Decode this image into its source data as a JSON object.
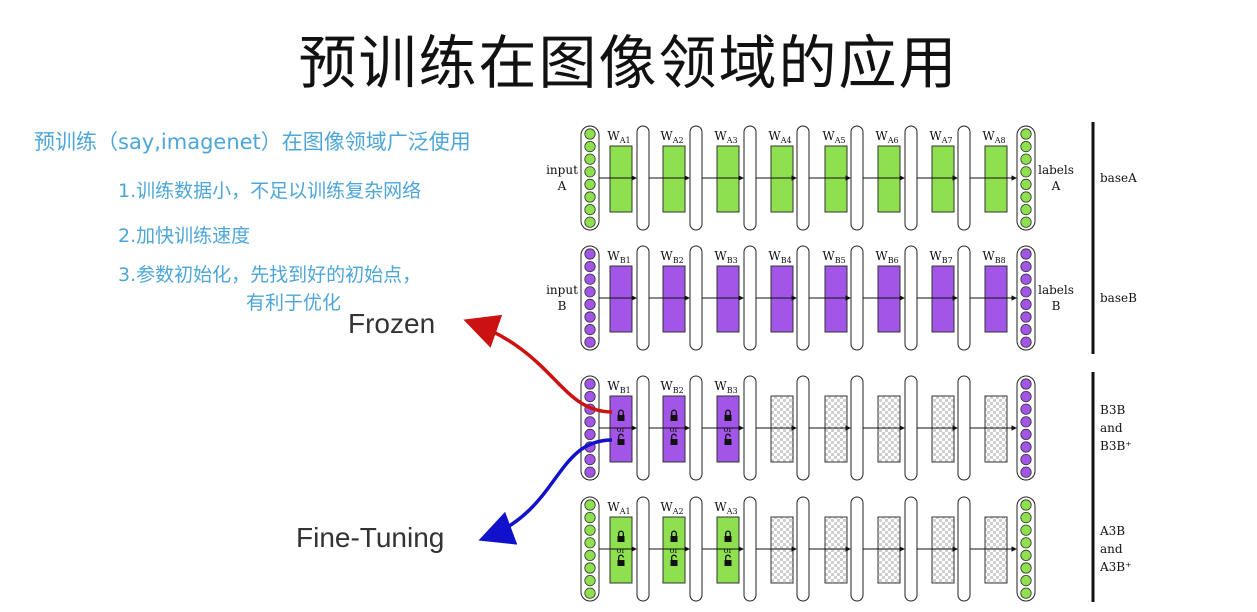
{
  "title": "预训练在图像领域的应用",
  "subtitle": "预训练（say,imagenet）在图像领域广泛使用",
  "points": [
    "1.训练数据小，不足以训练复杂网络",
    "2.加快训练速度",
    "3.参数初始化，先找到好的初始点，",
    "有利于优化"
  ],
  "annotations": {
    "frozen": "Frozen",
    "finetuning": "Fine-Tuning"
  },
  "diagram": {
    "rows": [
      {
        "name": "baseA",
        "node_color": "#8fe04f",
        "weight_prefix": "W",
        "weight_letter": "A",
        "in_label": [
          "input",
          "A"
        ],
        "out_label": [
          "labels",
          "A"
        ],
        "side_label": [
          "baseA"
        ],
        "blocks": [
          "filled",
          "filled",
          "filled",
          "filled",
          "filled",
          "filled",
          "filled",
          "filled"
        ],
        "show_weights": 8
      },
      {
        "name": "baseB",
        "node_color": "#a255e6",
        "weight_prefix": "W",
        "weight_letter": "B",
        "in_label": [
          "input",
          "B"
        ],
        "out_label": [
          "labels",
          "B"
        ],
        "side_label": [
          "baseB"
        ],
        "blocks": [
          "filled",
          "filled",
          "filled",
          "filled",
          "filled",
          "filled",
          "filled",
          "filled"
        ],
        "show_weights": 8
      },
      {
        "name": "B3B",
        "node_color": "#a255e6",
        "weight_prefix": "W",
        "weight_letter": "B",
        "in_label": [
          "",
          ""
        ],
        "out_label": [
          "",
          ""
        ],
        "side_label": [
          "B3B",
          "and",
          "B3B⁺"
        ],
        "blocks": [
          "lock",
          "lock",
          "lock",
          "check",
          "check",
          "check",
          "check",
          "check"
        ],
        "show_weights": 3
      },
      {
        "name": "A3B",
        "node_color": "#8fe04f",
        "weight_prefix": "W",
        "weight_letter": "A",
        "in_label": [
          "",
          ""
        ],
        "out_label": [
          "",
          ""
        ],
        "side_label": [
          "A3B",
          "and",
          "A3B⁺"
        ],
        "blocks": [
          "lock",
          "lock",
          "lock",
          "check",
          "check",
          "check",
          "check",
          "check"
        ],
        "show_weights": 3
      }
    ],
    "lock_text": "or",
    "colors": {
      "green": "#8fe04f",
      "purple": "#a255e6",
      "red_arrow": "#cc1111",
      "blue_arrow": "#1111cc",
      "text_blue": "#4da6d9"
    }
  }
}
